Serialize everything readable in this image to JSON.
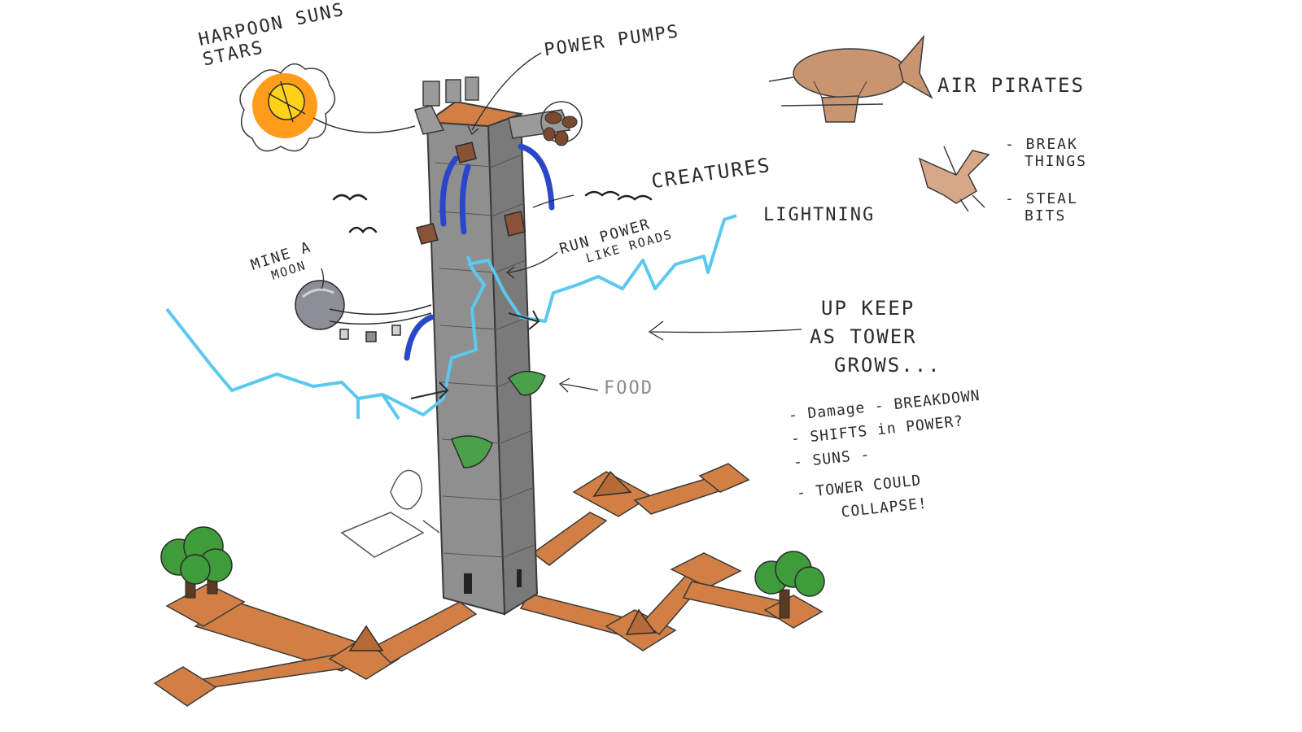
{
  "colors": {
    "tower": "#8f8f8f",
    "tower_edge": "#3a3a3a",
    "road": "#d17f45",
    "lightning": "#5bc8ee",
    "blue_tube": "#2a47c9",
    "sun_orange": "#ff9c1a",
    "sun_yellow": "#ffd21a",
    "tree": "#3f9c3a",
    "pod": "#8a5236",
    "airship": "#c99571",
    "moon": "#8c8f95",
    "food": "#4ba04a"
  },
  "labels": {
    "harpoon_suns": [
      "HARPOON SUNS",
      "STARS"
    ],
    "power_pumps": "POWER PUMPS",
    "air_pirates": "AIR PIRATES",
    "break_things": [
      "- BREAK",
      "THINGS"
    ],
    "steal_bits": [
      "- STEAL",
      "BITS"
    ],
    "creatures": "CREATURES",
    "lightning": "LIGHTNING",
    "run_power": [
      "RUN POWER",
      "LIKE ROADS"
    ],
    "mine_moon": [
      "MINE A",
      "MOON"
    ],
    "upkeep": [
      "UP KEEP",
      "AS TOWER",
      "GROWS..."
    ],
    "food": "FOOD",
    "notes": [
      "- Damage - BREAKDOWN",
      "- SHIFTS in POWER?",
      "- SUNS -",
      "- TOWER COULD",
      "COLLAPSE!"
    ]
  }
}
